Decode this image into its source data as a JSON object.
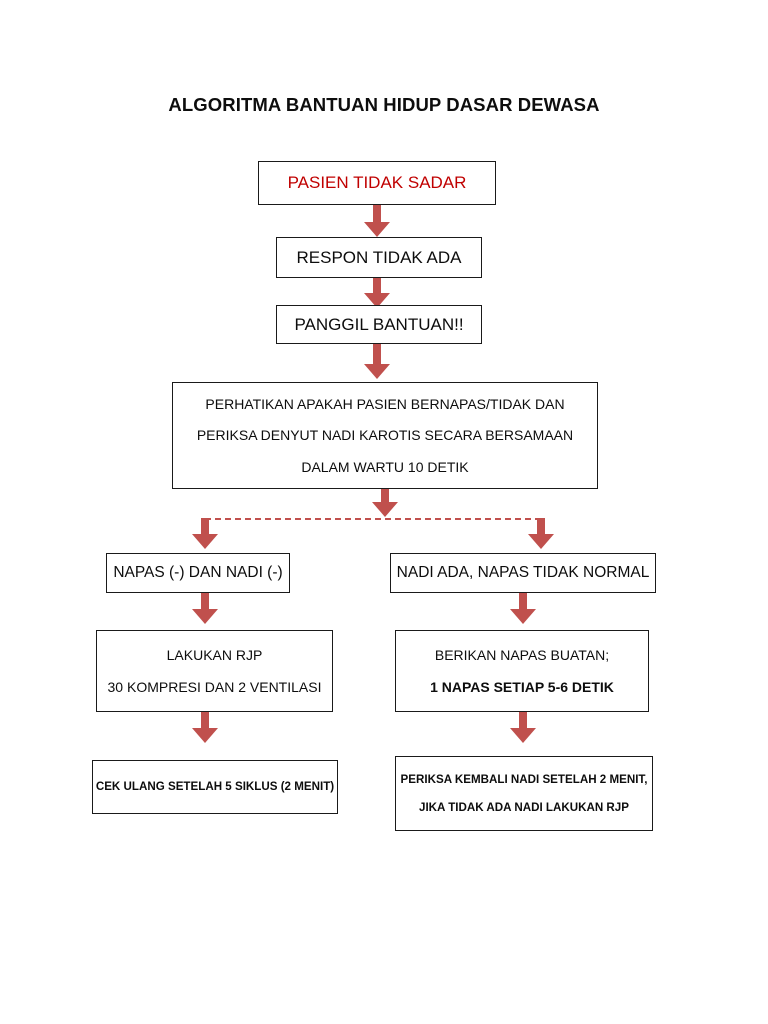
{
  "page": {
    "title": "ALGORITMA BANTUAN HIDUP DASAR DEWASA",
    "accent_color": "#c0504d",
    "alert_text_color": "#c00000",
    "box_border_color": "#1a1a1a",
    "background_color": "#ffffff"
  },
  "nodes": {
    "start": {
      "text": "PASIEN TIDAK SADAR"
    },
    "no_response": {
      "text": "RESPON TIDAK ADA"
    },
    "call_help": {
      "text": "PANGGIL BANTUAN!!"
    },
    "assess": {
      "line1": "PERHATIKAN APAKAH PASIEN BERNAPAS/TIDAK DAN",
      "line2": "PERIKSA DENYUT NADI KAROTIS SECARA BERSAMAAN",
      "line3": "DALAM WARTU 10 DETIK"
    },
    "branch_left": {
      "text": "NAPAS (-) DAN NADI (-)"
    },
    "branch_right": {
      "text": "NADI ADA, NAPAS TIDAK NORMAL"
    },
    "cpr": {
      "line1": "LAKUKAN RJP",
      "line2": "30 KOMPRESI DAN 2 VENTILASI"
    },
    "rescue_breaths": {
      "line1": "BERIKAN NAPAS BUATAN;",
      "line2": "1 NAPAS SETIAP 5-6 DETIK"
    },
    "recheck_left": {
      "text": "CEK ULANG SETELAH 5 SIKLUS (2 MENIT)"
    },
    "recheck_right": {
      "line1": "PERIKSA KEMBALI NADI SETELAH 2 MENIT,",
      "line2": "JIKA TIDAK ADA NADI LAKUKAN RJP"
    }
  },
  "connectors": {
    "start_to_no_response": "arrow-down",
    "no_response_to_call_help": "arrow-down",
    "call_help_to_assess": "arrow-down",
    "assess_to_split": "arrow-down",
    "split": "dashed-horizontal",
    "split_to_branch_left": "arrow-down",
    "split_to_branch_right": "arrow-down",
    "branch_left_to_cpr": "arrow-down",
    "branch_right_to_rescue_breaths": "arrow-down",
    "cpr_to_recheck_left": "arrow-down",
    "rescue_breaths_to_recheck_right": "arrow-down"
  }
}
